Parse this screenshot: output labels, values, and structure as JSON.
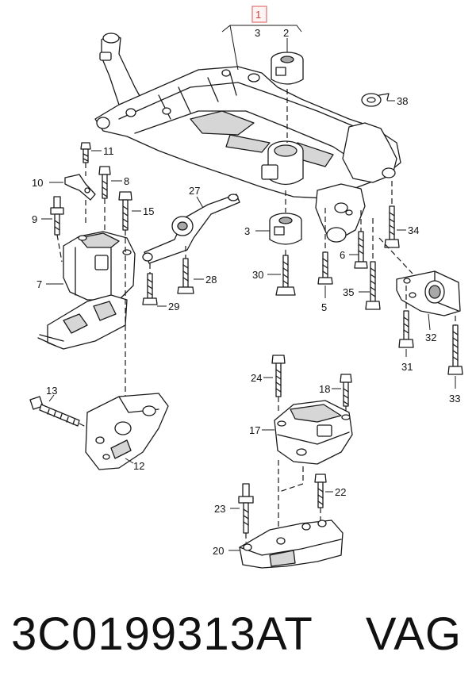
{
  "diagram": {
    "callouts": {
      "c1": "1",
      "c2": "2",
      "c3a": "3",
      "c3b": "3",
      "c5": "5",
      "c6": "6",
      "c7": "7",
      "c8": "8",
      "c9": "9",
      "c10": "10",
      "c11": "11",
      "c12": "12",
      "c13": "13",
      "c15": "15",
      "c17": "17",
      "c18": "18",
      "c20": "20",
      "c22": "22",
      "c23": "23",
      "c24": "24",
      "c27": "27",
      "c28": "28",
      "c29": "29",
      "c30": "30",
      "c31": "31",
      "c32": "32",
      "c33": "33",
      "c34": "34",
      "c35": "35",
      "c38": "38"
    }
  },
  "footer": {
    "part_number": "3C0199313AT",
    "brand": "VAG"
  }
}
